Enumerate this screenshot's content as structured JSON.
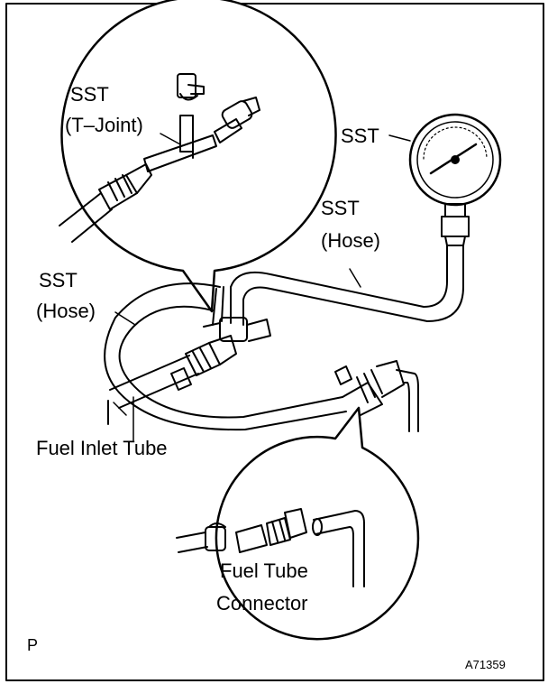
{
  "labels": {
    "sst_tjoint_line1": "SST",
    "sst_tjoint_line2": "(T–Joint)",
    "sst_gauge": "SST",
    "sst_hose_right_line1": "SST",
    "sst_hose_right_line2": "(Hose)",
    "sst_hose_left_line1": "SST",
    "sst_hose_left_line2": "(Hose)",
    "fuel_inlet_tube": "Fuel Inlet Tube",
    "fuel_tube_connector_line1": "Fuel Tube",
    "fuel_tube_connector_line2": "Connector",
    "corner_mark": "P",
    "figure_code": "A71359"
  },
  "colors": {
    "ink": "#000000",
    "paper": "#ffffff"
  }
}
